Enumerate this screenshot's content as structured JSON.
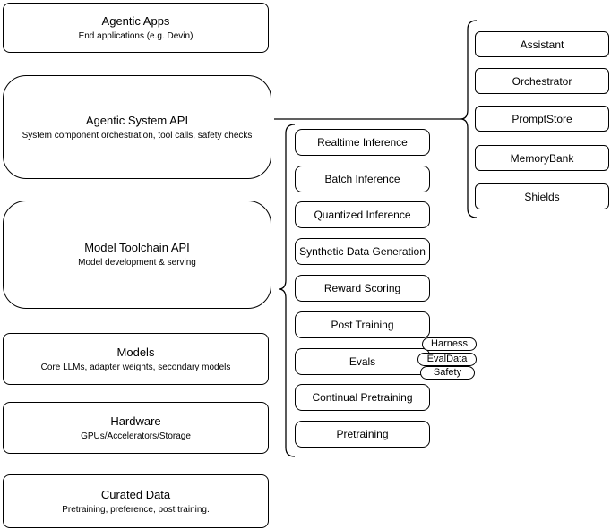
{
  "colors": {
    "stroke": "#000000",
    "background": "#ffffff",
    "text": "#000000"
  },
  "left_stack": [
    {
      "title": "Agentic Apps",
      "subtitle": "End applications (e.g. Devin)"
    },
    {
      "title": "Agentic System API",
      "subtitle": "System component orchestration, tool calls, safety checks"
    },
    {
      "title": "Model Toolchain API",
      "subtitle": "Model development & serving"
    },
    {
      "title": "Models",
      "subtitle": "Core LLMs, adapter weights, secondary models"
    },
    {
      "title": "Hardware",
      "subtitle": "GPUs/Accelerators/Storage"
    },
    {
      "title": "Curated Data",
      "subtitle": "Pretraining, preference, post training."
    }
  ],
  "toolchain_items": [
    "Realtime Inference",
    "Batch Inference",
    "Quantized Inference",
    "Synthetic Data Generation",
    "Reward Scoring",
    "Post Training",
    "Evals",
    "Continual Pretraining",
    "Pretraining"
  ],
  "evals_tags": [
    "Harness",
    "EvalData",
    "Safety"
  ],
  "system_components": [
    "Assistant",
    "Orchestrator",
    "PromptStore",
    "MemoryBank",
    "Shields"
  ]
}
